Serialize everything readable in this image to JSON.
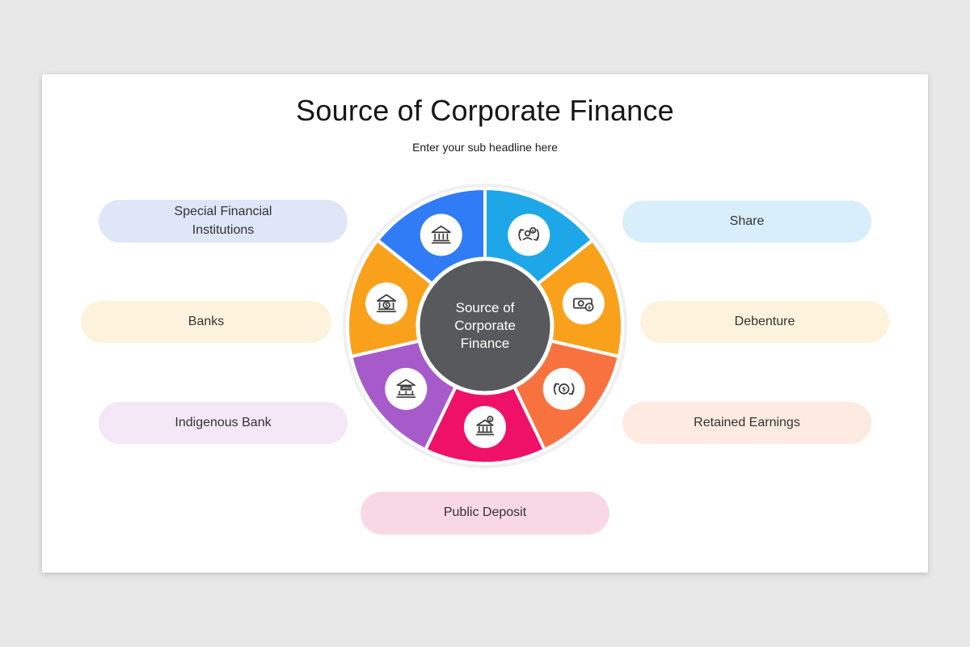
{
  "slide": {
    "title": "Source of Corporate Finance",
    "subtitle": "Enter your sub headline here"
  },
  "center": {
    "label": "Source of\nCorporate\nFinance",
    "bg": "#58595c"
  },
  "wheel": {
    "segments": [
      {
        "name": "Share",
        "icon": "coin-person-cycle-icon",
        "color": "#1ea7e8"
      },
      {
        "name": "Debenture",
        "icon": "banknote-coin-icon",
        "color": "#f9a11b"
      },
      {
        "name": "Retained Earnings",
        "icon": "coin-cycle-icon",
        "color": "#f8723f"
      },
      {
        "name": "Public Deposit",
        "icon": "bank-coin-icon",
        "color": "#ef1168"
      },
      {
        "name": "Indigenous Bank",
        "icon": "bank-sign-icon",
        "color": "#a75bcb"
      },
      {
        "name": "Banks",
        "icon": "bank-dollar-icon",
        "color": "#f9a11b"
      },
      {
        "name": "Special Financial Institutions",
        "icon": "bank-icon",
        "color": "#2f7cf6"
      }
    ]
  },
  "pills": {
    "special_financial_institutions": {
      "label": "Special Financial\nInstitutions",
      "bg": "#dfe6f8"
    },
    "banks": {
      "label": "Banks",
      "bg": "#fdf3dc"
    },
    "indigenous_bank": {
      "label": "Indigenous Bank",
      "bg": "#f4e8f7"
    },
    "share": {
      "label": "Share",
      "bg": "#d8eefb"
    },
    "debenture": {
      "label": "Debenture",
      "bg": "#fdf3dc"
    },
    "retained_earnings": {
      "label": "Retained Earnings",
      "bg": "#fdeae1"
    },
    "public_deposit": {
      "label": "Public Deposit",
      "bg": "#f9d8e6"
    }
  }
}
